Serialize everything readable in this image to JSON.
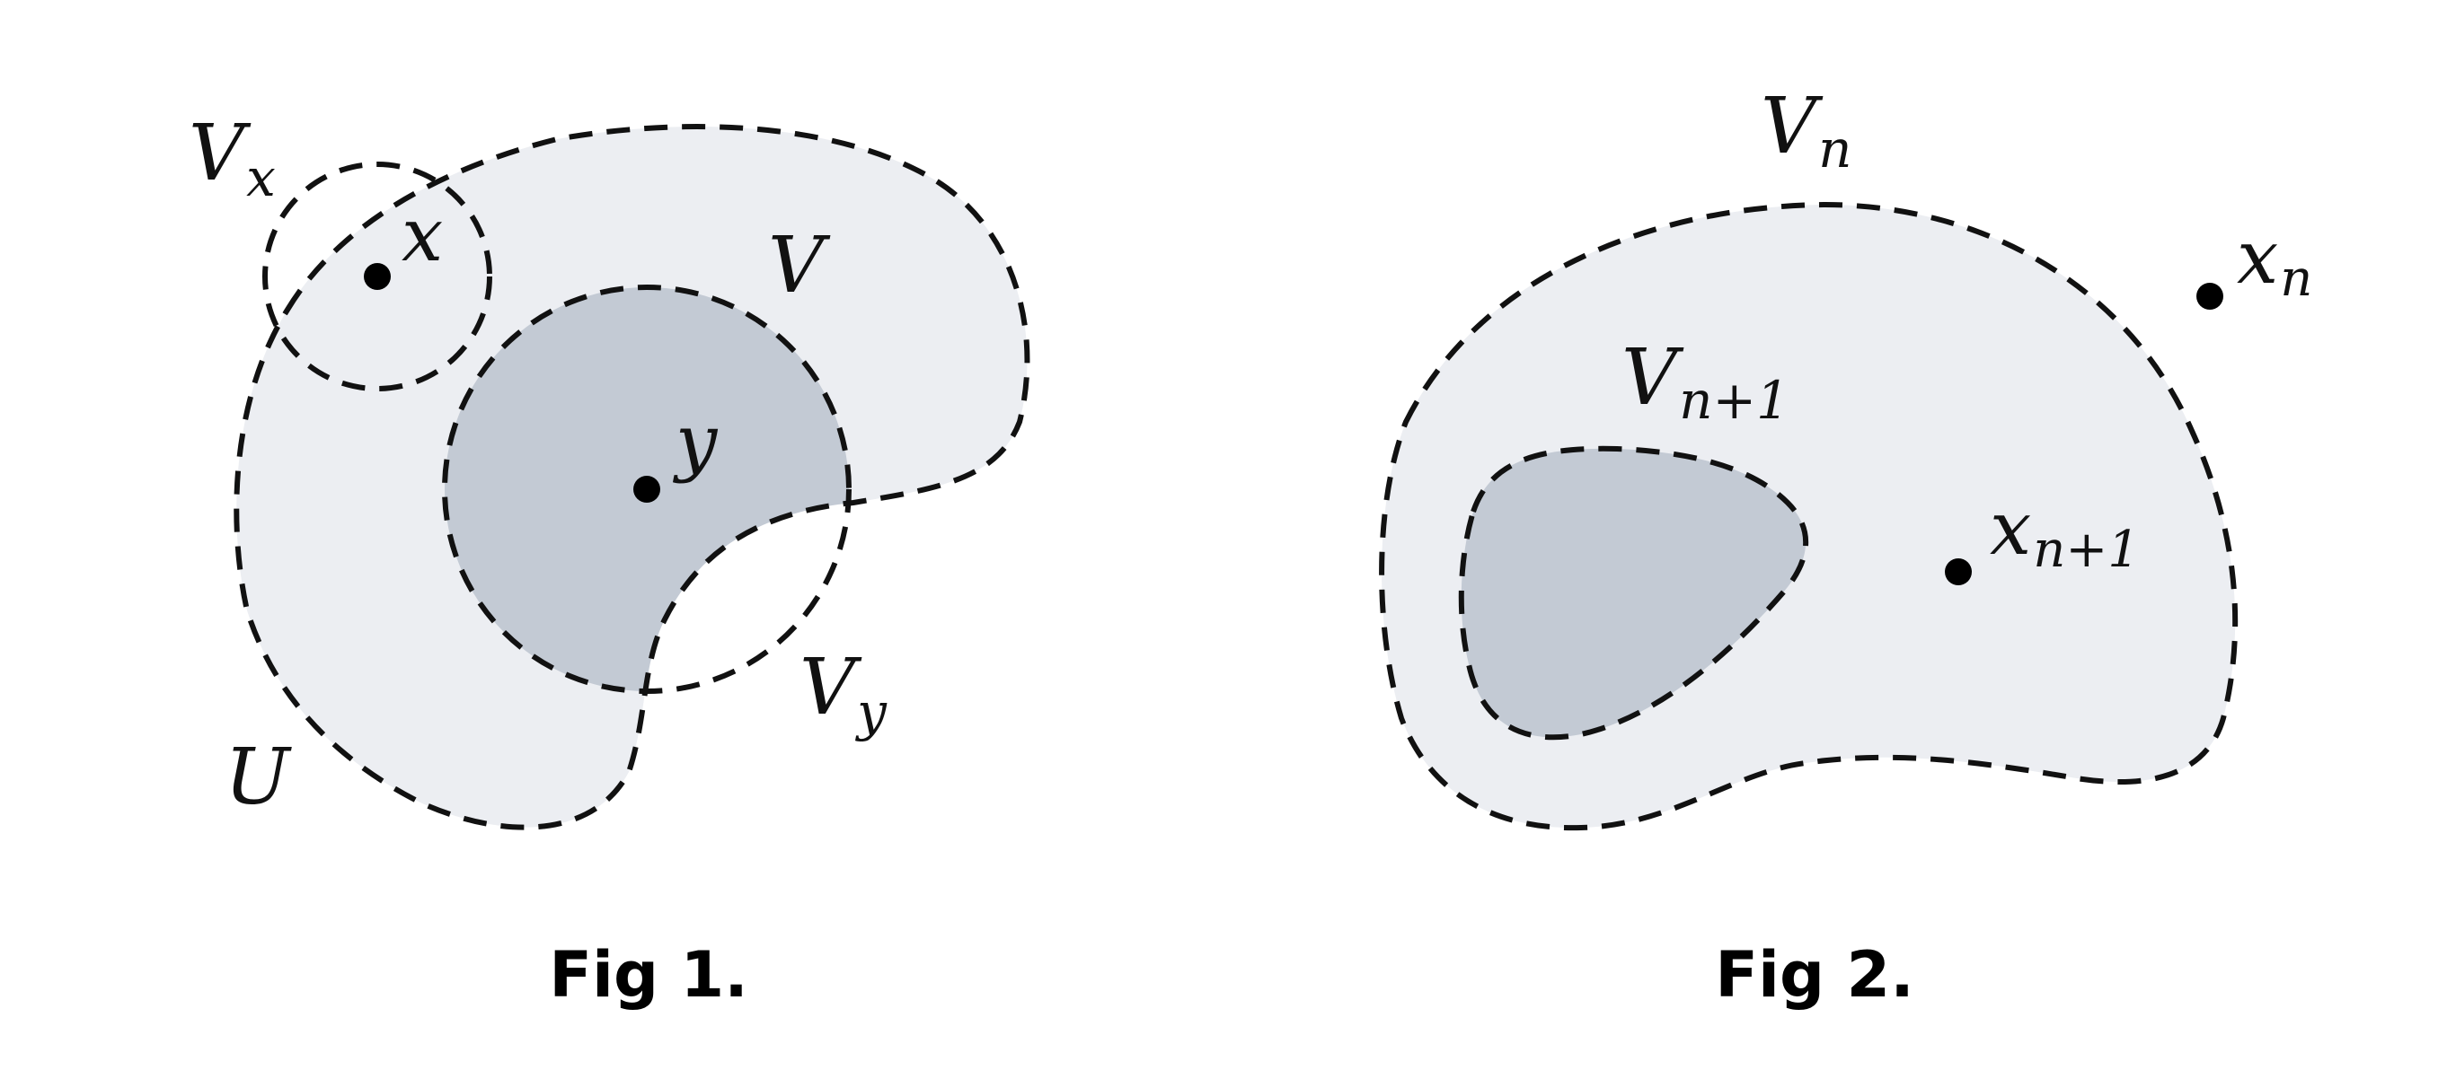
{
  "colors": {
    "light_region": "#eceef2",
    "dark_region": "#c3cad4",
    "stroke": "#111111"
  },
  "fig1": {
    "caption": "Fig 1.",
    "labels": {
      "Vx_main": "V",
      "Vx_sub": "x",
      "x": "x",
      "V": "V",
      "y": "y",
      "Vy_main": "V",
      "Vy_sub": "y",
      "U": "U"
    }
  },
  "fig2": {
    "caption": "Fig 2.",
    "labels": {
      "Vn_main": "V",
      "Vn_sub": "n",
      "Vn1_main": "V",
      "Vn1_sub": "n+1",
      "xn_main": "x",
      "xn_sub": "n",
      "xn1_main": "x",
      "xn1_sub": "n+1"
    }
  }
}
